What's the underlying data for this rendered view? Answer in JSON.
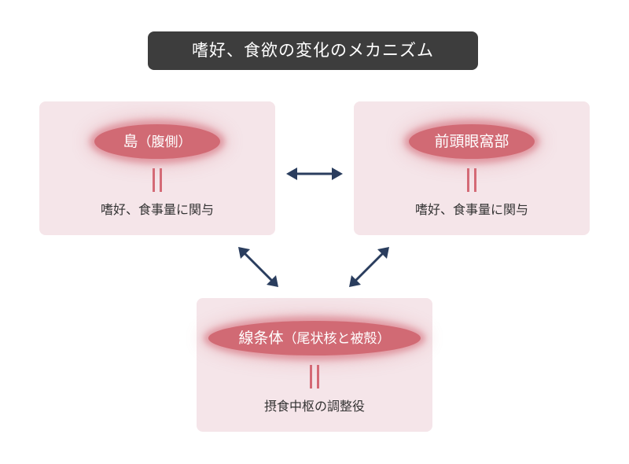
{
  "title": "嗜好、食欲の変化のメカニズム",
  "nodes": [
    {
      "name": "島",
      "paren": "（腹側）",
      "desc": "嗜好、食事量に関与"
    },
    {
      "name": "前頭眼窩部",
      "paren": "",
      "desc": "嗜好、食事量に関与"
    },
    {
      "name": "線条体",
      "paren": "（尾状核と被殻）",
      "desc": "摂食中枢の調整役"
    }
  ],
  "colors": {
    "title_bg": "#3d3d3d",
    "panel_bg": "#f5e5e9",
    "pill": "#d16a74",
    "arrow": "#2a3d5e"
  }
}
